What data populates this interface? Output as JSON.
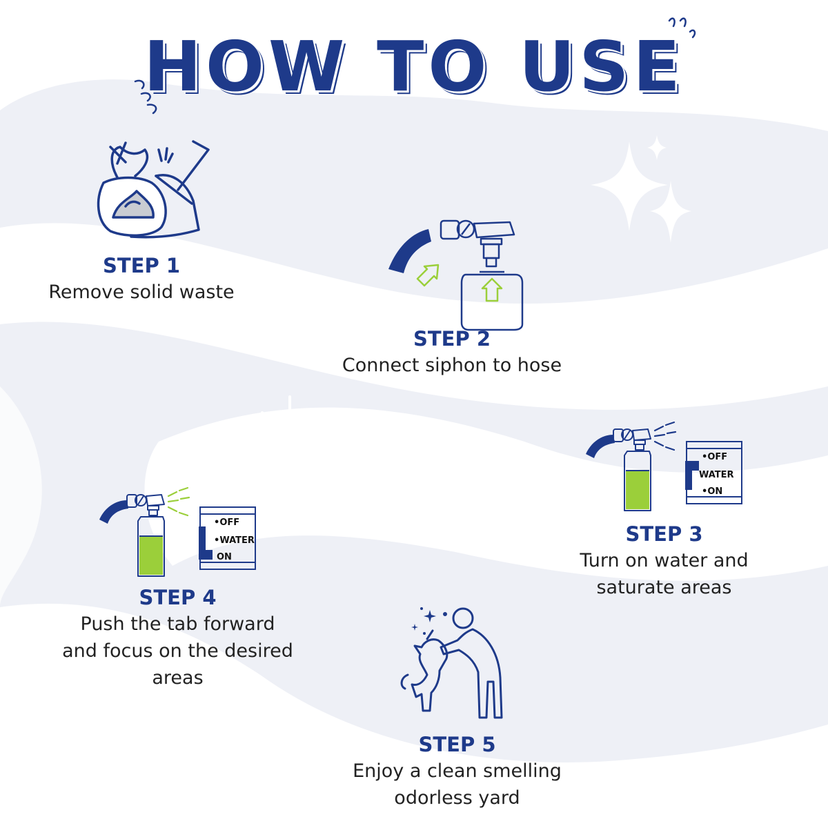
{
  "title": "HOW TO USE",
  "colors": {
    "navy": "#1e3a8a",
    "green": "#9bcf3a",
    "background": "#eef0f6",
    "wave": "#ffffff",
    "text": "#222222"
  },
  "steps": [
    {
      "label": "STEP 1",
      "lines": [
        "Remove solid waste"
      ],
      "icon": "bag-and-scooper-icon"
    },
    {
      "label": "STEP 2",
      "lines": [
        "Connect siphon to hose"
      ],
      "icon": "siphon-bottle-icon"
    },
    {
      "label": "STEP 3",
      "lines": [
        "Turn on water and",
        "saturate areas"
      ],
      "icon": "sprayer-water-icon"
    },
    {
      "label": "STEP 4",
      "lines": [
        "Push the tab forward",
        "and focus on the desired",
        "areas"
      ],
      "icon": "sprayer-on-icon"
    },
    {
      "label": "STEP 5",
      "lines": [
        "Enjoy a clean smelling",
        "odorless yard"
      ],
      "icon": "person-and-dog-icon"
    }
  ],
  "panel": {
    "off": "OFF",
    "water": "WATER",
    "on": "ON"
  }
}
